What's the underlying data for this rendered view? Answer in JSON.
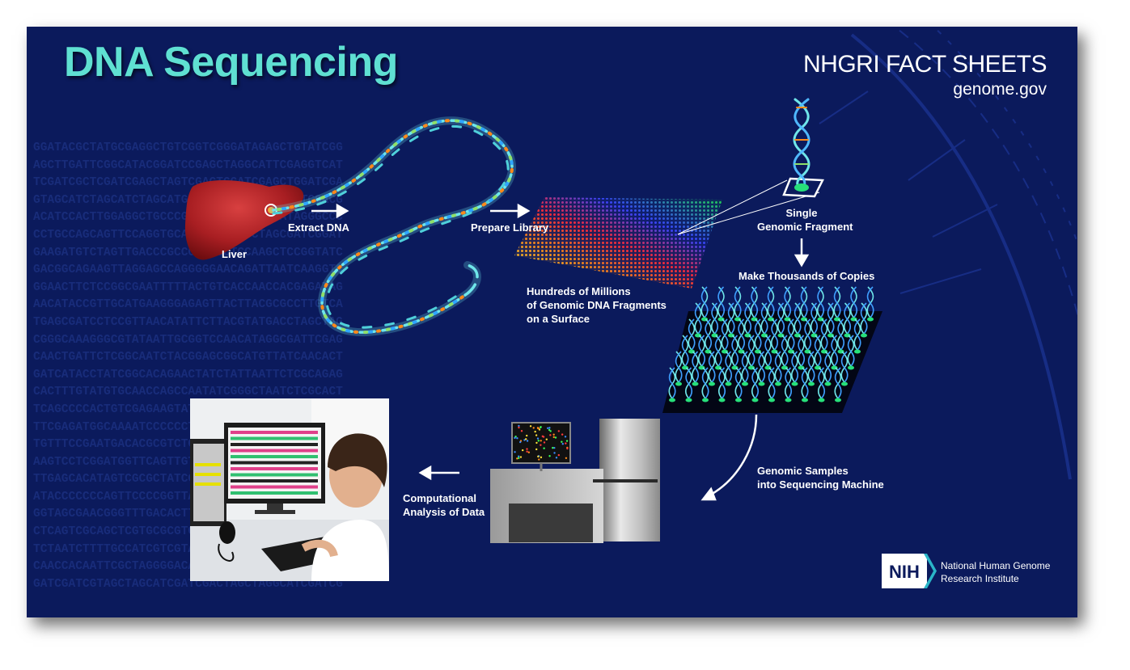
{
  "title": "DNA Sequencing",
  "source": {
    "title": "NHGRI FACT SHEETS",
    "url": "genome.gov"
  },
  "steps": {
    "liver": "Liver",
    "extract_dna": "Extract DNA",
    "prepare_library": "Prepare Library",
    "fragments_on_surface": [
      "Hundreds of Millions",
      "of Genomic DNA Fragments",
      "on a Surface"
    ],
    "single_fragment": [
      "Single",
      "Genomic Fragment"
    ],
    "make_copies": "Make Thousands of Copies",
    "into_machine": [
      "Genomic Samples",
      "into Sequencing Machine"
    ],
    "computational_analysis": [
      "Computational",
      "Analysis of Data"
    ]
  },
  "institute": {
    "logo_text": "NIH",
    "name": [
      "National Human Genome",
      "Research Institute"
    ]
  },
  "background_sequence": [
    "GGATACGCTATGCGAGGCTGTCGGTCGGGATAGAGCTGTATCGG",
    "AGCTTGATTCGGCATACGGATCCGAGCTAGGCATTCGAGGTCAT",
    "TCGATCGCTCGATCGAGCTAGTCGACTGGATCGAGCTGGATCGA",
    "GTAGCATCTAGCATCTAGCATGCTAGCATGCGATGCGATCGACG",
    "ACATCCACTTGGAGGCTGCCCGGAAAATGCCACCCATAGGGCCC",
    "CCTGCCAGCAGTTCCAGGTGCATGGGCATAGCTAGCGATCGGAT",
    "GAAGATGTCTAGTTGACCCGCCGGCAGCTCCAAGCTCCGGTATC",
    "GACGGCAGAAGTTAGGAGCCAGGGGGAACAGATTAATCAAGGTC",
    "GGAACTTCTCCGGCGAATTTTTACTGTCACCAACCACGAGATAG",
    "AACATACCGTTGCATGAAGGGAGAGTTACTTACGCGCCTTGTCA",
    "TGAGCGATCCTCCGTTAACATATTCTTACGTATGACCTAGCTAG",
    "CGGGCAAAGGGCGTATAATTGCGGTCCAACATAGGCGATTCGAG",
    "CAACTGATTCTCGGCAATCTACGGAGCGGCATGTTATCAACACT",
    "GATCATACCTATCGGCACAGAACTATCTATTAATTCTCGCAGAG",
    "CACTTTGTATGTGCAACCAGCCAATATCGGGCTAATCTCGCACT",
    "TCAGCCCCACTGTCGAGAAGTATCGGAGGAAATGAAGCTTCGAG",
    "TTCGAGATGGCAAAATCCCCCCTCGTTGTTCGCGAGTCTTGATC",
    "TGTTTCCGAATGACACGCGTCTCCTTGCATCCATCGATCGCTAG",
    "AAGTCCTCGGATGGTTCAGTTGTACTGACCGATAACTATCGCTG",
    "TTGAGCACATAGTCGCGCTATCCCAGTCGTTCGATCTAGTCGAT",
    "ATACCCCCCCAGTTCCCCGGTTATAGTGGACTACGGAGCATGTC",
    "GGTAGCGAACGGGTTTGACACTTGGGCTTATCGATTCGCGATAC",
    "CTCAGTCGCAGCTCGTGCGCGTGTATCCCAATAGCCATCGATAC",
    "TCTAATCTTTTGCCATCGTCGTAAAAGCCTCCAAGAAATTGATC",
    "CAACCACAATTCGCTAGGGGACAGGTCCTGCGGCGTACATCACT",
    "GATCGATCGTAGCTAGCATCGATCGACTAGCTAGGCATCGATCG"
  ]
}
